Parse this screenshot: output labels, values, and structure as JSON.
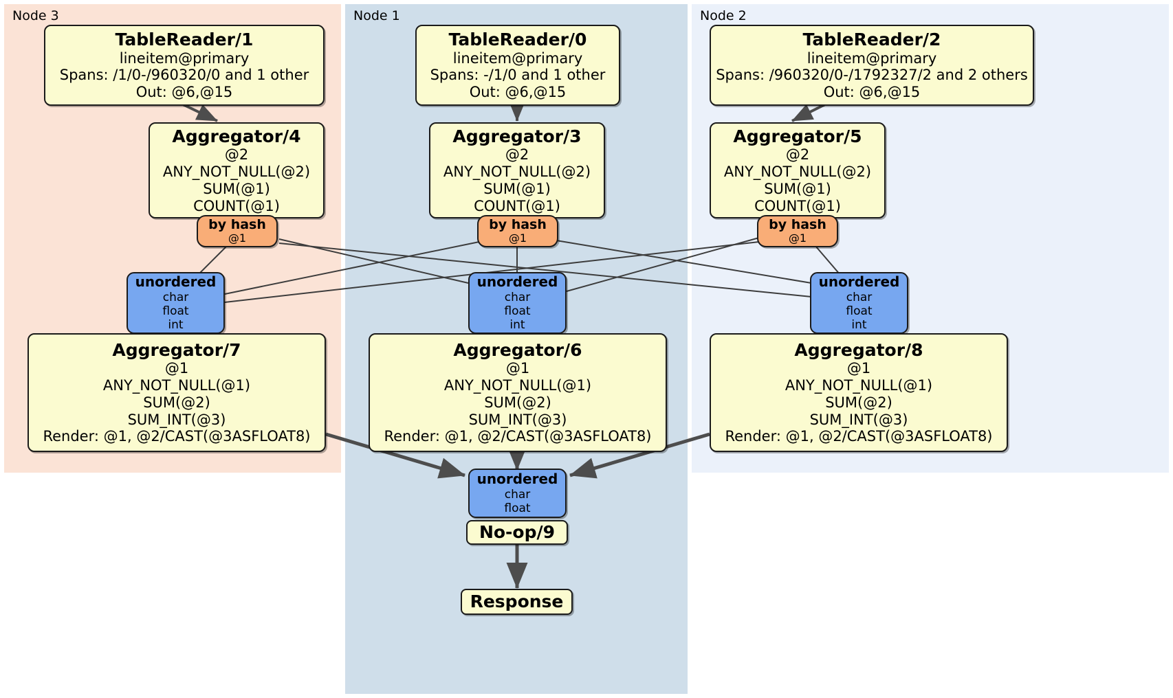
{
  "diagram": {
    "title": "Distributed SQL query physical plan",
    "colors": {
      "node3_panel": "#fbe3d6",
      "node1_panel": "#cfdeea",
      "node2_panel": "#ebf1fa",
      "processor_fill": "#fbfbd0",
      "router_fill": "#f9ad77",
      "sync_fill": "#77a7f0",
      "edge_stroke": "#4d4d4d",
      "thin_edge_stroke": "#3c3c3c",
      "border": "#1a1a1a"
    },
    "panels": [
      {
        "id": "node3",
        "label": "Node 3"
      },
      {
        "id": "node1",
        "label": "Node 1"
      },
      {
        "id": "node2",
        "label": "Node 2"
      }
    ],
    "boxes": {
      "table_reader_1": {
        "title": "TableReader/1",
        "lines": [
          "lineitem@primary",
          "Spans: /1/0-/960320/0 and 1 other",
          "Out: @6,@15"
        ]
      },
      "table_reader_0": {
        "title": "TableReader/0",
        "lines": [
          "lineitem@primary",
          "Spans: -/1/0 and 1 other",
          "Out: @6,@15"
        ]
      },
      "table_reader_2": {
        "title": "TableReader/2",
        "lines": [
          "lineitem@primary",
          "Spans: /960320/0-/1792327/2 and 2 others",
          "Out: @6,@15"
        ]
      },
      "aggregator_4": {
        "title": "Aggregator/4",
        "lines": [
          "@2",
          "ANY_NOT_NULL(@2)",
          "SUM(@1)",
          "COUNT(@1)"
        ]
      },
      "aggregator_3": {
        "title": "Aggregator/3",
        "lines": [
          "@2",
          "ANY_NOT_NULL(@2)",
          "SUM(@1)",
          "COUNT(@1)"
        ]
      },
      "aggregator_5": {
        "title": "Aggregator/5",
        "lines": [
          "@2",
          "ANY_NOT_NULL(@2)",
          "SUM(@1)",
          "COUNT(@1)"
        ]
      },
      "router_left": {
        "title": "by hash",
        "lines": [
          "@1"
        ]
      },
      "router_center": {
        "title": "by hash",
        "lines": [
          "@1"
        ]
      },
      "router_right": {
        "title": "by hash",
        "lines": [
          "@1"
        ]
      },
      "sync_left": {
        "title": "unordered",
        "lines": [
          "char",
          "float",
          "int"
        ]
      },
      "sync_center": {
        "title": "unordered",
        "lines": [
          "char",
          "float",
          "int"
        ]
      },
      "sync_right": {
        "title": "unordered",
        "lines": [
          "char",
          "float",
          "int"
        ]
      },
      "aggregator_7": {
        "title": "Aggregator/7",
        "lines": [
          "@1",
          "ANY_NOT_NULL(@1)",
          "SUM(@2)",
          "SUM_INT(@3)",
          "Render: @1, @2/CAST(@3ASFLOAT8)"
        ]
      },
      "aggregator_6": {
        "title": "Aggregator/6",
        "lines": [
          "@1",
          "ANY_NOT_NULL(@1)",
          "SUM(@2)",
          "SUM_INT(@3)",
          "Render: @1, @2/CAST(@3ASFLOAT8)"
        ]
      },
      "aggregator_8": {
        "title": "Aggregator/8",
        "lines": [
          "@1",
          "ANY_NOT_NULL(@1)",
          "SUM(@2)",
          "SUM_INT(@3)",
          "Render: @1, @2/CAST(@3ASFLOAT8)"
        ]
      },
      "sync_final": {
        "title": "unordered",
        "lines": [
          "char",
          "float"
        ]
      },
      "noop_9": {
        "title": "No-op/9",
        "lines": []
      },
      "response": {
        "title": "Response",
        "lines": []
      }
    }
  }
}
